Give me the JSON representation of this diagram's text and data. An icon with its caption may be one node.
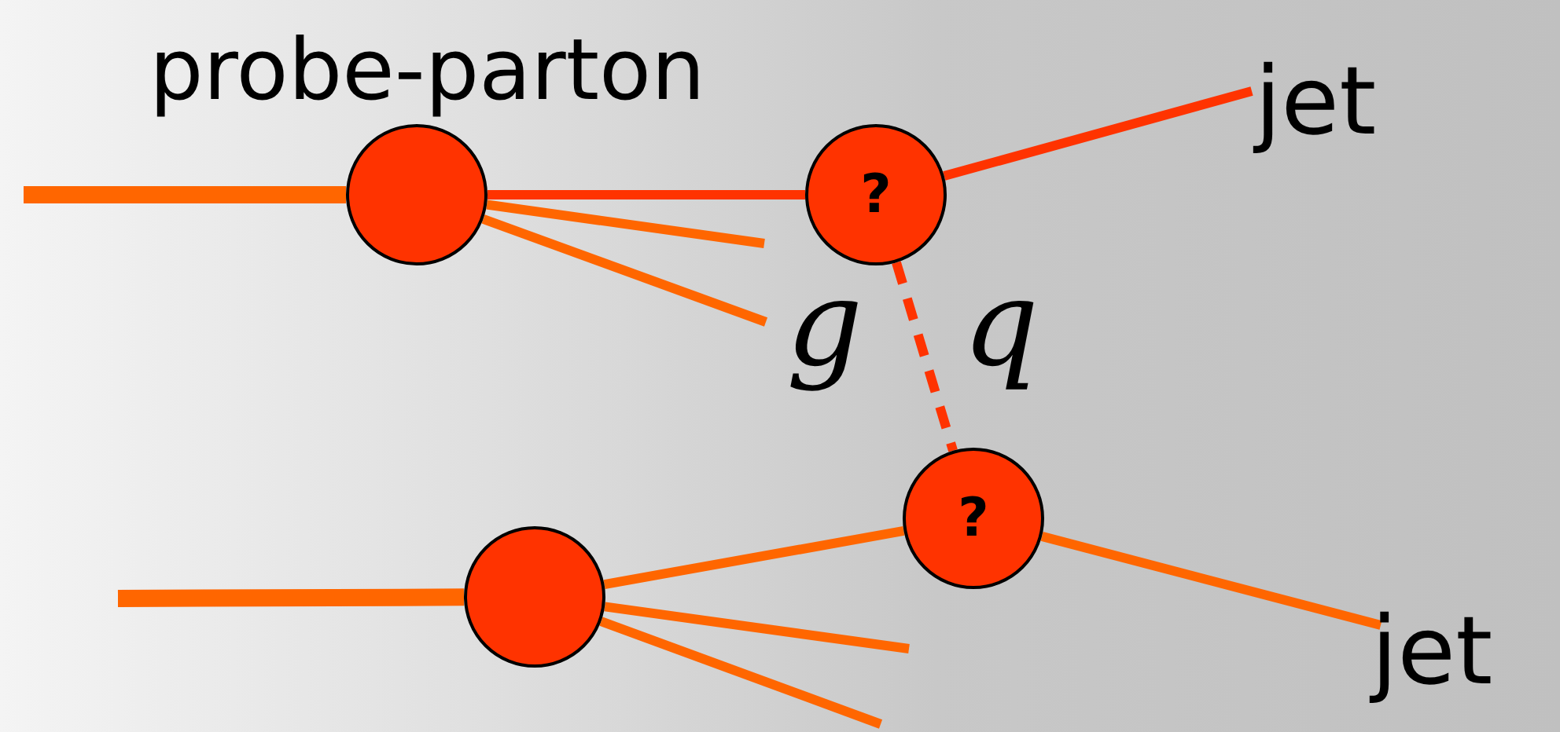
{
  "diagram": {
    "nodes": [
      {
        "text": [],
        "shape": "circle",
        "beside": [
          "probe-parton"
        ]
      },
      {
        "text": [
          "?"
        ]
      },
      {
        "text": [],
        "shape": "circle"
      },
      {
        "text": [
          "?"
        ]
      },
      {
        "text": [
          "jet"
        ]
      },
      {
        "text": [
          "jet"
        ]
      }
    ],
    "edges": [
      {
        "from": null,
        "to": 0,
        "arrow": "none",
        "style": "thick"
      },
      {
        "from": 0,
        "to": 1,
        "arrow": "none",
        "color": "#ff3300"
      },
      {
        "from": 0,
        "to": null,
        "arrow": "none"
      },
      {
        "from": 0,
        "to": null,
        "arrow": "none"
      },
      {
        "from": 1,
        "to": 4,
        "arrow": "none",
        "color": "#ff3300"
      },
      {
        "from": 1,
        "to": 3,
        "arrow": "none",
        "style": "dashed",
        "color": "#ff3300"
      },
      {
        "from": null,
        "to": 2,
        "arrow": "none",
        "style": "thick"
      },
      {
        "from": 2,
        "to": 3,
        "arrow": "none"
      },
      {
        "from": 2,
        "to": null,
        "arrow": "none"
      },
      {
        "from": 2,
        "to": null,
        "arrow": "none"
      },
      {
        "from": 3,
        "to": 5,
        "arrow": "none"
      }
    ],
    "labels": [
      "g",
      "q"
    ]
  }
}
